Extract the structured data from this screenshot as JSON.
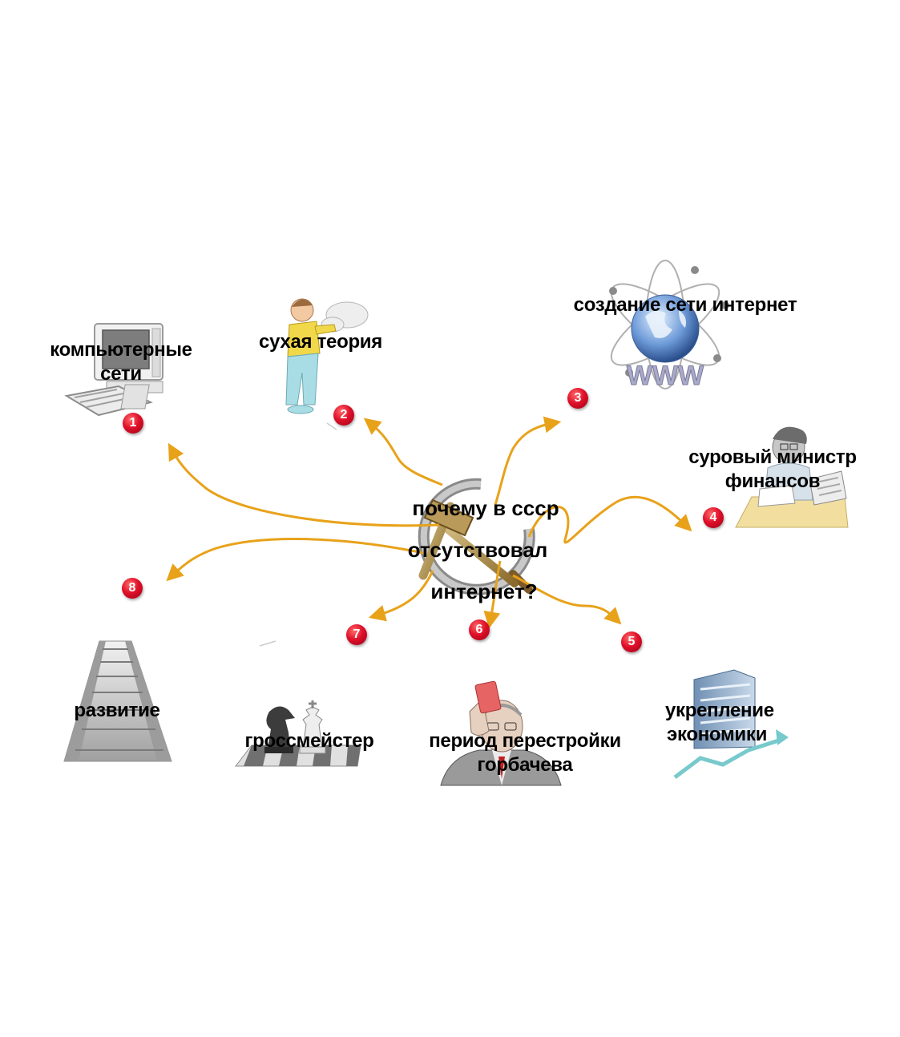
{
  "center": {
    "lines": [
      "почему в ссср",
      "отсутствовал",
      "интернет?"
    ],
    "icon": "hammer-and-sickle-icon"
  },
  "branches": [
    {
      "number": "1",
      "lines": [
        "компьютерные",
        "сети"
      ],
      "icon": "computer-icon"
    },
    {
      "number": "2",
      "lines": [
        "сухая теория"
      ],
      "icon": "thinking-person-icon"
    },
    {
      "number": "3",
      "lines": [
        "создание сети интернет"
      ],
      "icon": "www-globe-atom-icon"
    },
    {
      "number": "4",
      "lines": [
        "суровый министр",
        "финансов"
      ],
      "icon": "stressed-accountant-icon"
    },
    {
      "number": "5",
      "lines": [
        "укрепление",
        "экономики"
      ],
      "icon": "building-growth-chart-icon"
    },
    {
      "number": "6",
      "lines": [
        "период перестройки",
        "горбачева"
      ],
      "icon": "gorbachev-portrait-icon"
    },
    {
      "number": "7",
      "lines": [
        "гроссмейстер"
      ],
      "icon": "chess-pieces-icon"
    },
    {
      "number": "8",
      "lines": [
        "развитие"
      ],
      "icon": "staircase-icon"
    }
  ],
  "colors": {
    "arrow": "#e8a21a",
    "badge": "#d8102a",
    "text": "#000000"
  }
}
